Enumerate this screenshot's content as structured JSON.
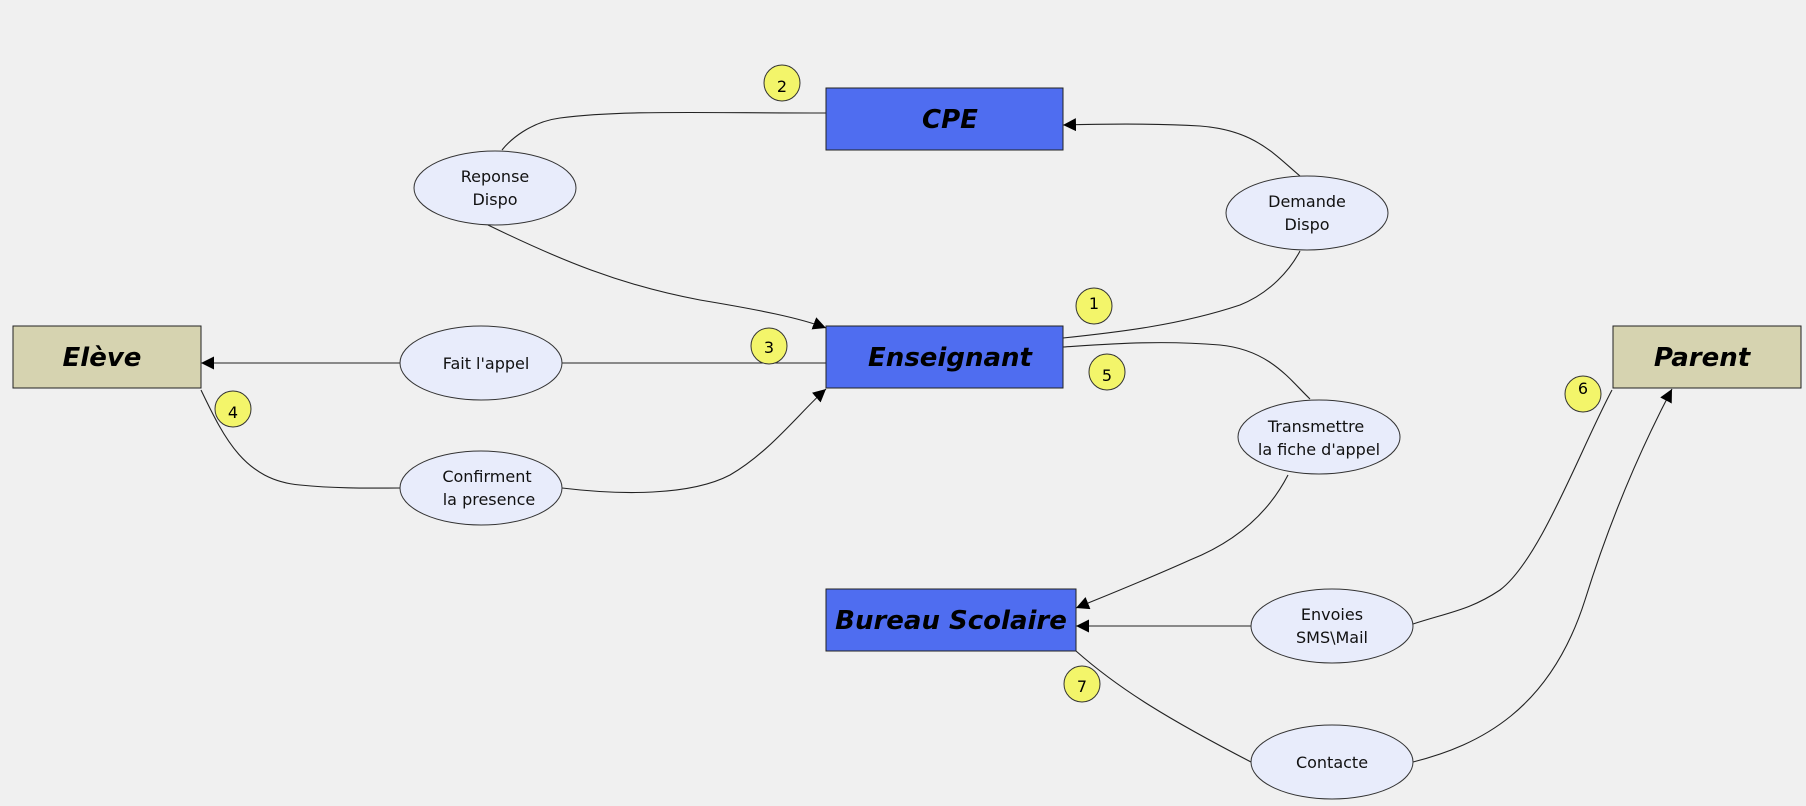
{
  "colors": {
    "background": "#f0f0f0",
    "actor_internal": "#4f6df0",
    "actor_external": "#d6d3b0",
    "message_fill": "#e8ecfb",
    "step_badge": "#f3f56a",
    "stroke": "#222222"
  },
  "actors": {
    "cpe": "CPE",
    "enseignant": "Enseignant",
    "eleve": "Elève",
    "parent": "Parent",
    "bureau": "Bureau Scolaire"
  },
  "messages": {
    "reponse_dispo": [
      "Reponse",
      "Dispo"
    ],
    "demande_dispo": [
      "Demande",
      "Dispo"
    ],
    "fait_appel": [
      "Fait l'appel"
    ],
    "confirment": [
      "Confirment",
      "la presence"
    ],
    "transmettre": [
      "Transmettre",
      "la fiche d'appel"
    ],
    "envoies": [
      "Envoies",
      "SMS\\Mail"
    ],
    "contacte": [
      "Contacte"
    ]
  },
  "steps": [
    "1",
    "2",
    "3",
    "4",
    "5",
    "6",
    "7"
  ]
}
